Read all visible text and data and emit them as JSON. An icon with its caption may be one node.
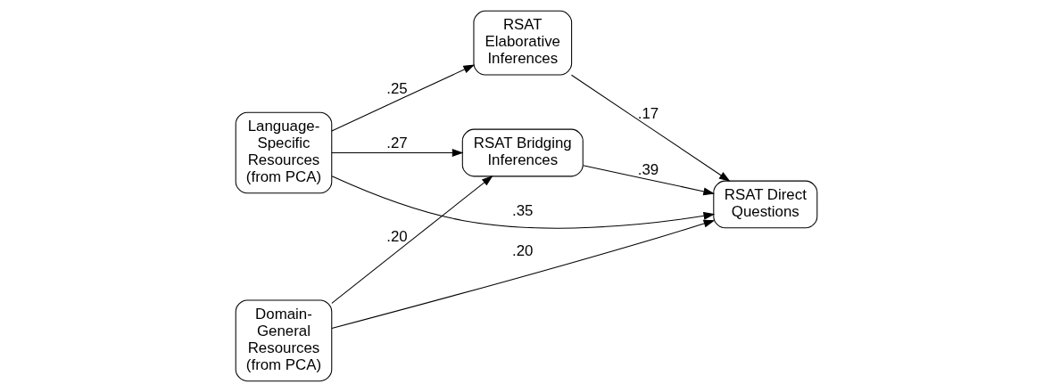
{
  "diagram": {
    "nodes": [
      {
        "text": [
          "Language- Specific Resources (from PCA)"
        ]
      },
      {
        "text": [
          "Domain- General Resources (from PCA)"
        ]
      },
      {
        "text": [
          "RSAT Elaborative Inferences"
        ]
      },
      {
        "text": [
          "RSAT Bridging Inferences"
        ]
      },
      {
        "text": [
          "RSAT Direct Questions"
        ]
      }
    ],
    "edges": [
      {
        "from": 0,
        "to": 4,
        "arrow": "to",
        "label": ".35"
      },
      {
        "from": 0,
        "to": 2,
        "arrow": "to",
        "label": ".25"
      },
      {
        "from": 0,
        "to": 3,
        "arrow": "to",
        "label": ".27"
      },
      {
        "from": 1,
        "to": 3,
        "arrow": "to",
        "label": ".20"
      },
      {
        "from": 2,
        "to": 4,
        "arrow": "to",
        "label": ".17"
      },
      {
        "from": 3,
        "to": 4,
        "arrow": "to",
        "label": ".39"
      },
      {
        "from": 1,
        "to": 4,
        "arrow": "to",
        "label": ".20"
      }
    ]
  }
}
